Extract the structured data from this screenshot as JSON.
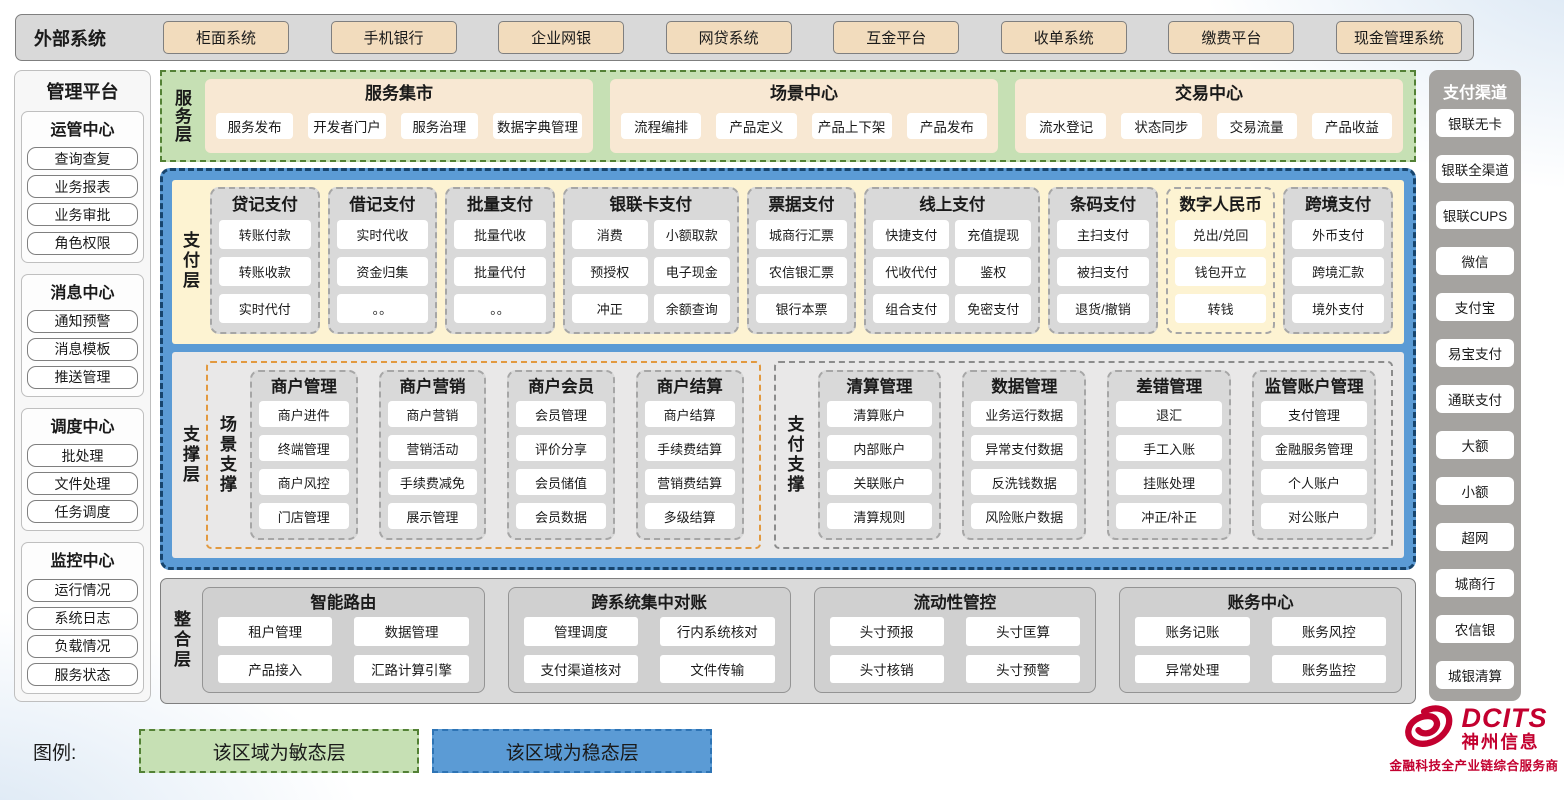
{
  "external_systems": {
    "label": "外部系统",
    "items": [
      "柜面系统",
      "手机银行",
      "企业网银",
      "网贷系统",
      "互金平台",
      "收单系统",
      "缴费平台",
      "现金管理系统"
    ]
  },
  "management_platform": {
    "title": "管理平台",
    "groups": [
      {
        "title": "运管中心",
        "items": [
          "查询查复",
          "业务报表",
          "业务审批",
          "角色权限"
        ]
      },
      {
        "title": "消息中心",
        "items": [
          "通知预警",
          "消息模板",
          "推送管理"
        ]
      },
      {
        "title": "调度中心",
        "items": [
          "批处理",
          "文件处理",
          "任务调度"
        ]
      },
      {
        "title": "监控中心",
        "items": [
          "运行情况",
          "系统日志",
          "负载情况",
          "服务状态"
        ]
      }
    ]
  },
  "service_layer": {
    "label": "服务层",
    "panels": [
      {
        "title": "服务集市",
        "items": [
          "服务发布",
          "开发者门户",
          "服务治理",
          "数据字典管理"
        ]
      },
      {
        "title": "场景中心",
        "items": [
          "流程编排",
          "产品定义",
          "产品上下架",
          "产品发布"
        ]
      },
      {
        "title": "交易中心",
        "items": [
          "流水登记",
          "状态同步",
          "交易流量",
          "产品收益"
        ]
      }
    ]
  },
  "payment_layer": {
    "label": "支付层",
    "groups": [
      {
        "title": "贷记支付",
        "cols": 1,
        "highlight": false,
        "items": [
          "转账付款",
          "转账收款",
          "实时代付"
        ]
      },
      {
        "title": "借记支付",
        "cols": 1,
        "highlight": false,
        "items": [
          "实时代收",
          "资金归集",
          "。。"
        ]
      },
      {
        "title": "批量支付",
        "cols": 1,
        "highlight": false,
        "items": [
          "批量代收",
          "批量代付",
          "。。"
        ]
      },
      {
        "title": "银联卡支付",
        "cols": 2,
        "highlight": false,
        "items": [
          "消费",
          "小额取款",
          "预授权",
          "电子现金",
          "冲正",
          "余额查询"
        ]
      },
      {
        "title": "票据支付",
        "cols": 1,
        "highlight": false,
        "items": [
          "城商行汇票",
          "农信银汇票",
          "银行本票"
        ]
      },
      {
        "title": "线上支付",
        "cols": 2,
        "highlight": false,
        "items": [
          "快捷支付",
          "充值提现",
          "代收代付",
          "鉴权",
          "组合支付",
          "免密支付"
        ]
      },
      {
        "title": "条码支付",
        "cols": 1,
        "highlight": false,
        "items": [
          "主扫支付",
          "被扫支付",
          "退货/撤销"
        ]
      },
      {
        "title": "数字人民币",
        "cols": 1,
        "highlight": true,
        "items": [
          "兑出/兑回",
          "钱包开立",
          "转钱"
        ]
      },
      {
        "title": "跨境支付",
        "cols": 1,
        "highlight": false,
        "items": [
          "外币支付",
          "跨境汇款",
          "境外支付"
        ]
      }
    ]
  },
  "support_layer": {
    "label": "支撑层",
    "sections": [
      {
        "label": "场景支撑",
        "style": "orange",
        "columns": [
          {
            "title": "商户管理",
            "items": [
              "商户进件",
              "终端管理",
              "商户风控",
              "门店管理"
            ]
          },
          {
            "title": "商户营销",
            "items": [
              "商户营销",
              "营销活动",
              "手续费减免",
              "展示管理"
            ]
          },
          {
            "title": "商户会员",
            "items": [
              "会员管理",
              "评价分享",
              "会员储值",
              "会员数据"
            ]
          },
          {
            "title": "商户结算",
            "items": [
              "商户结算",
              "手续费结算",
              "营销费结算",
              "多级结算"
            ]
          }
        ]
      },
      {
        "label": "支付支撑",
        "style": "gray",
        "columns": [
          {
            "title": "清算管理",
            "items": [
              "清算账户",
              "内部账户",
              "关联账户",
              "清算规则"
            ]
          },
          {
            "title": "数据管理",
            "items": [
              "业务运行数据",
              "异常支付数据",
              "反洗钱数据",
              "风险账户数据"
            ]
          },
          {
            "title": "差错管理",
            "items": [
              "退汇",
              "手工入账",
              "挂账处理",
              "冲正/补正"
            ]
          },
          {
            "title": "监管账户管理",
            "items": [
              "支付管理",
              "金融服务管理",
              "个人账户",
              "对公账户"
            ]
          }
        ]
      }
    ]
  },
  "integration_layer": {
    "label": "整合层",
    "panels": [
      {
        "title": "智能路由",
        "items": [
          "租户管理",
          "数据管理",
          "产品接入",
          "汇路计算引擎"
        ]
      },
      {
        "title": "跨系统集中对账",
        "items": [
          "管理调度",
          "行内系统核对",
          "支付渠道核对",
          "文件传输"
        ]
      },
      {
        "title": "流动性管控",
        "items": [
          "头寸预报",
          "头寸匡算",
          "头寸核销",
          "头寸预警"
        ]
      },
      {
        "title": "账务中心",
        "items": [
          "账务记账",
          "账务风控",
          "异常处理",
          "账务监控"
        ]
      }
    ]
  },
  "payment_channels": {
    "title": "支付渠道",
    "items": [
      "银联无卡",
      "银联全渠道",
      "银联CUPS",
      "微信",
      "支付宝",
      "易宝支付",
      "通联支付",
      "大额",
      "小额",
      "超网",
      "城商行",
      "农信银",
      "城银清算"
    ]
  },
  "legend": {
    "label": "图例:",
    "items": [
      {
        "text": "该区域为敏态层",
        "type": "agile"
      },
      {
        "text": "该区域为稳态层",
        "type": "stable"
      }
    ]
  },
  "logo": {
    "brand": "DCITS",
    "company": "神州信息",
    "tagline": "金融科技全产业链综合服务商"
  },
  "colors": {
    "agile_green": "#c6e0b4",
    "stable_blue": "#5b9bd5",
    "external_tan": "#f2dcbd",
    "payment_cream": "#fdf3d2",
    "panel_gray": "#d9d9d9",
    "scene_orange_border": "#e2993f",
    "brand_red": "#c3002f"
  }
}
